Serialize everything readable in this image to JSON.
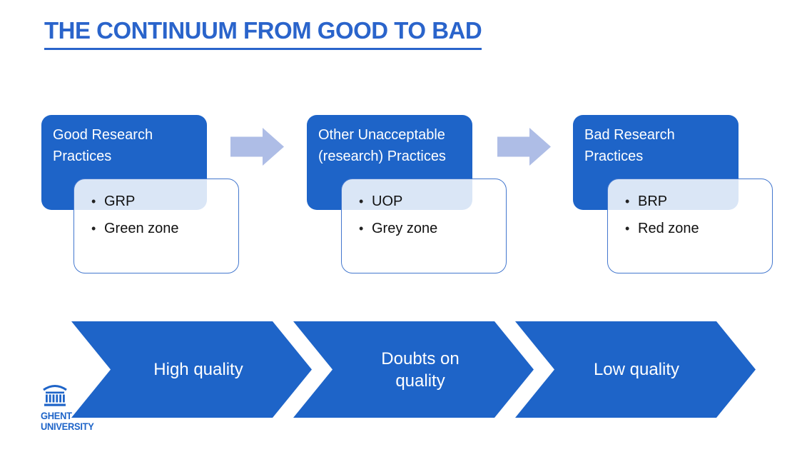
{
  "slide": {
    "title": "THE CONTINUUM FROM GOOD TO BAD",
    "colors": {
      "brand_blue": "#1E64C8",
      "title_blue": "#2A64CB",
      "light_arrow": "#AEBDE6",
      "card_border": "#4377CE",
      "card_tint_over_blue": "#DBE6F6"
    },
    "flow": [
      {
        "title": "Good Research Practices",
        "bullets": [
          "GRP",
          "Green zone"
        ]
      },
      {
        "title": "Other Unacceptable (research) Practices",
        "bullets": [
          "UOP",
          "Grey zone"
        ]
      },
      {
        "title": "Bad Research Practices",
        "bullets": [
          "BRP",
          "Red zone"
        ]
      }
    ],
    "quality_chevrons": [
      "High quality",
      "Doubts on quality",
      "Low quality"
    ],
    "logo": {
      "line1": "GHENT",
      "line2": "UNIVERSITY"
    }
  }
}
